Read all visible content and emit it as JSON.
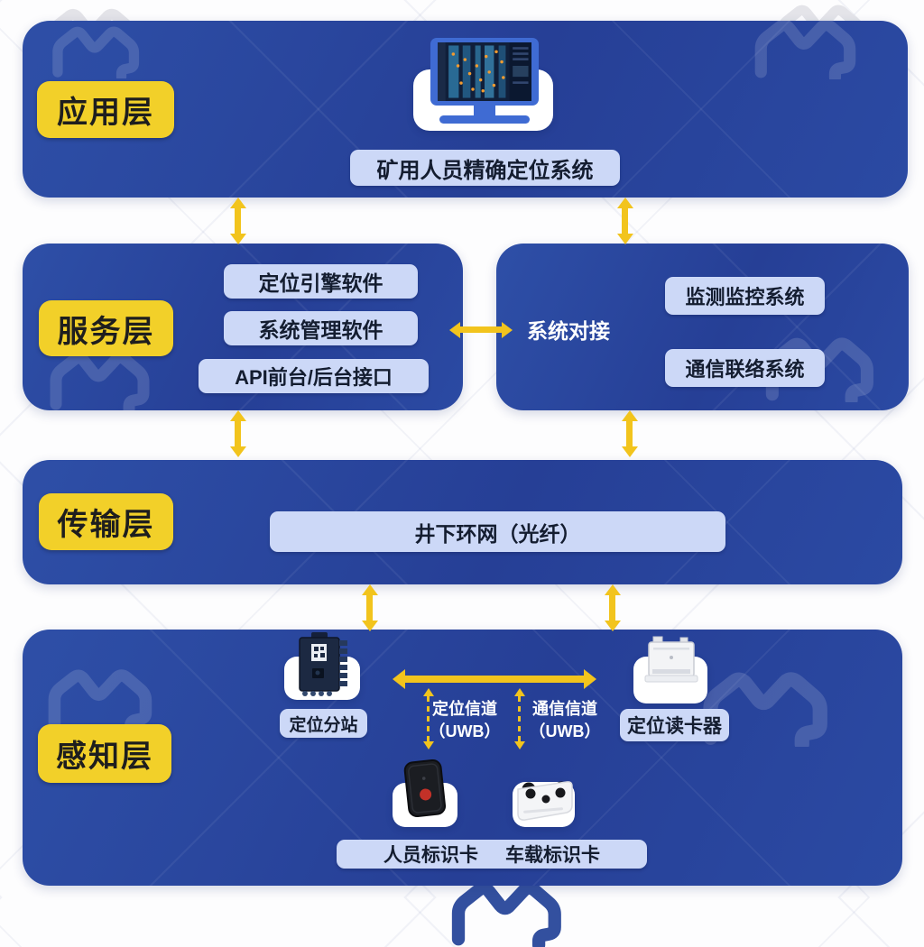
{
  "layers": {
    "application": {
      "label": "应用层",
      "system": "矿用人员精确定位系统"
    },
    "service": {
      "label": "服务层",
      "left_items": [
        "定位引擎软件",
        "系统管理软件",
        "API前台/后台接口"
      ],
      "link_label": "系统对接",
      "right_items": [
        "监测监控系统",
        "通信联络系统"
      ]
    },
    "transmission": {
      "label": "传输层",
      "network": "井下环网（光纤）"
    },
    "perception": {
      "label": "感知层",
      "substation": "定位分站",
      "reader": "定位读卡器",
      "personnel_tag": "人员标识卡",
      "vehicle_tag": "车载标识卡",
      "channels": [
        {
          "name": "定位信道",
          "band": "（UWB）"
        },
        {
          "name": "通信信道",
          "band": "（UWB）"
        }
      ]
    }
  },
  "colors": {
    "layer_blue": "#2a489e",
    "label_yellow": "#f2d029",
    "pill_light_blue": "#ccd8f7",
    "arrow_yellow": "#f2c41d",
    "text_dark": "#141d30",
    "text_white": "#ffffff"
  }
}
